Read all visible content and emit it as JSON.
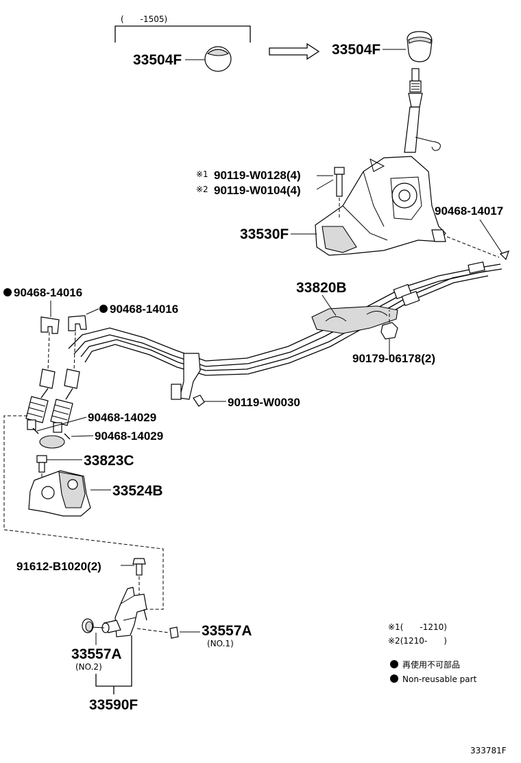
{
  "range_bracket": "(　　-1505)",
  "parts": {
    "knob_old": "33504F",
    "knob_new": "33504F",
    "bolt_n1": "90119-W0128(4)",
    "bolt_n2": "90119-W0104(4)",
    "bolt_n1_mark": "※1",
    "bolt_n2_mark": "※2",
    "clip_right": "90468-14017",
    "shift_lever_assy": "33530F",
    "clip_left_a": "90468-14016",
    "clip_left_b": "90468-14016",
    "cable_assy": "33820B",
    "nut": "90179-06178(2)",
    "bolt_cable": "90119-W0030",
    "clip_c": "90468-14029",
    "clip_d": "90468-14029",
    "retainer": "33823C",
    "bracket": "33524B",
    "bolt_bracket": "91612-B1020(2)",
    "bushing_no1": "33557A",
    "bushing_no1_sub": "(NO.1)",
    "bushing_no2": "33557A",
    "bushing_no2_sub": "(NO.2)",
    "lever_sub_assy": "33590F"
  },
  "notes": {
    "n1": "※1(　　-1210)",
    "n2": "※2(1210-　　)",
    "legend_jp": "再使用不可部品",
    "legend_en": "Non-reusable part"
  },
  "diagram_id": "333781F"
}
